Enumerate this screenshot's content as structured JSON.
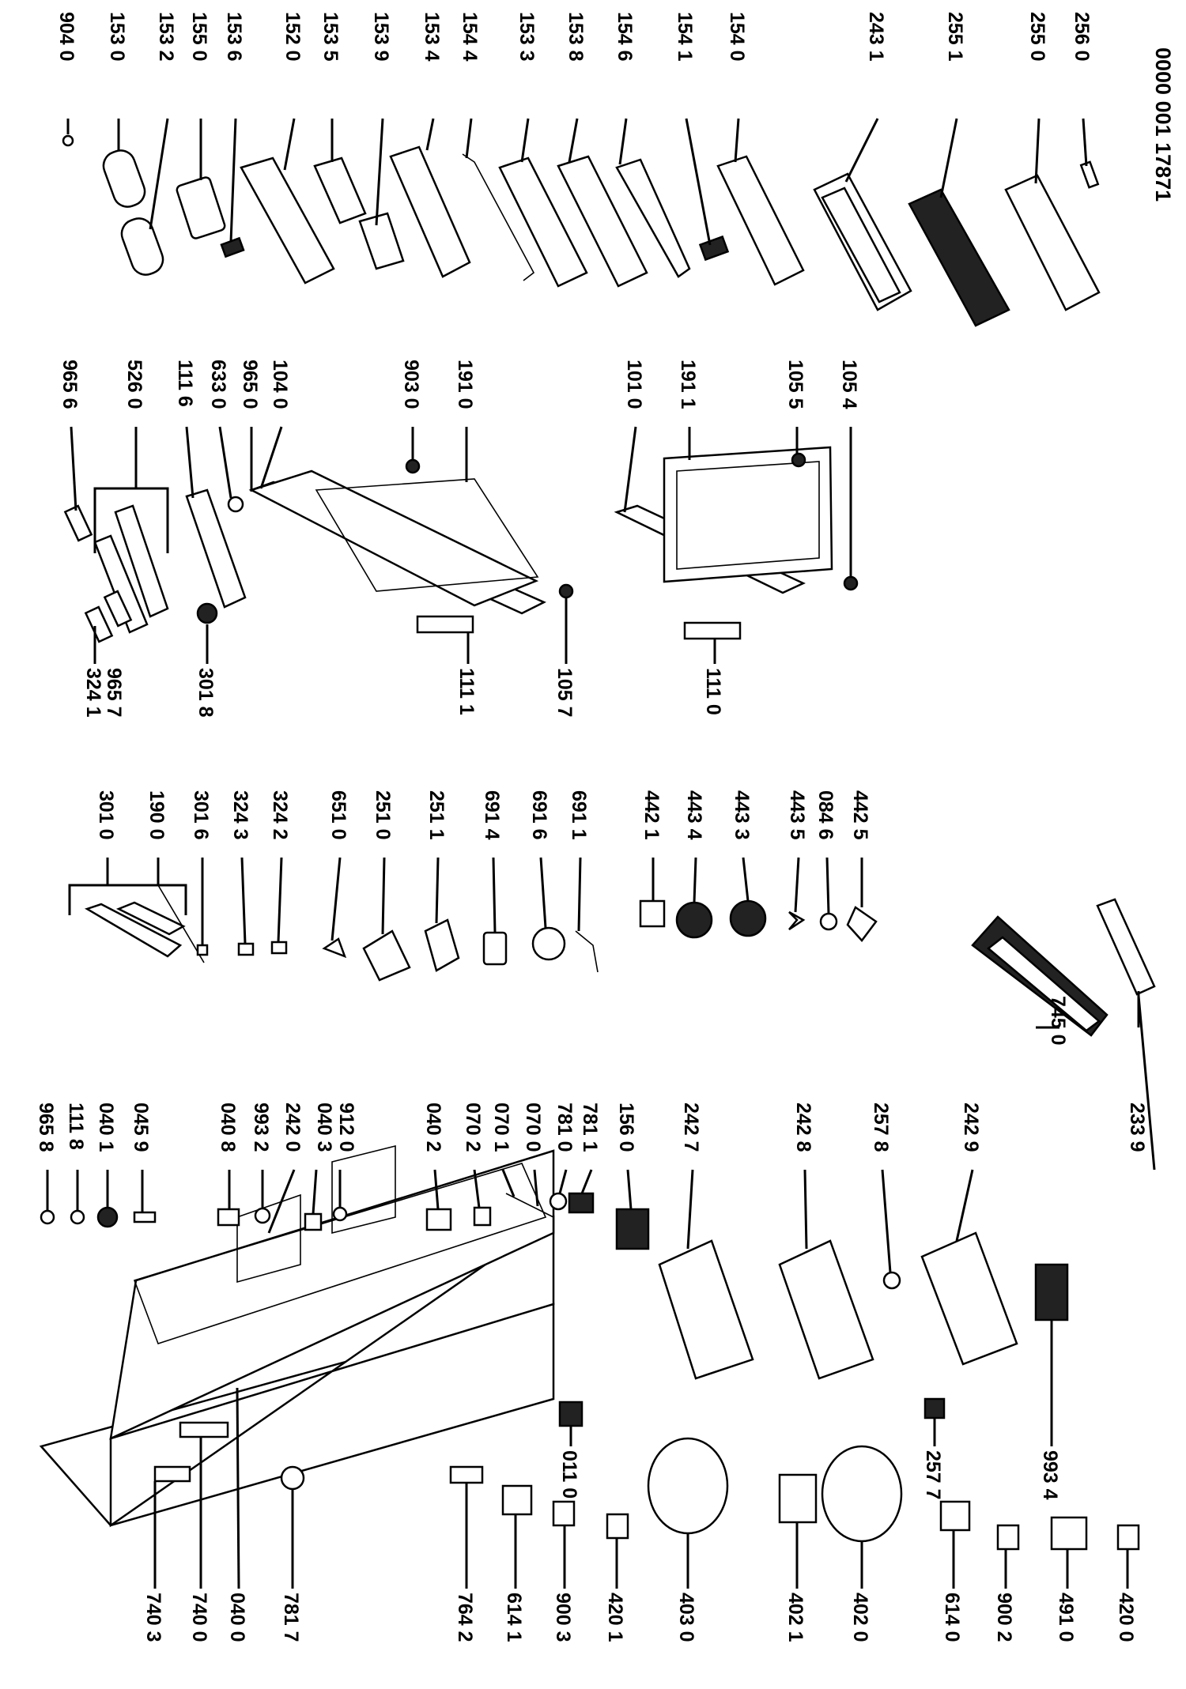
{
  "diagram": {
    "reference_number": "0000 001 17871",
    "groups": {
      "cabinet_left": [
        "740 3",
        "740 0",
        "040 0",
        "781 7",
        "764 2",
        "614 1",
        "900 3",
        "420 1",
        "403 0",
        "402 1",
        "402 0",
        "614 0",
        "900 2",
        "491 0",
        "420 0"
      ],
      "cabinet_interior": [
        "965 8",
        "111 8",
        "040 1",
        "045 9",
        "040 8",
        "993 2",
        "242 0",
        "040 3",
        "912 0",
        "040 2",
        "070 2",
        "070 1",
        "070 0",
        "781 0",
        "781 1",
        "156 0",
        "242 7",
        "242 8",
        "257 8",
        "242 9",
        "745 0",
        "233 9",
        "011 0",
        "257 7",
        "993 4"
      ],
      "controls": [
        "301 0",
        "190 0",
        "301 6",
        "324 3",
        "324 2",
        "651 0",
        "251 0",
        "251 1",
        "691 4",
        "691 6",
        "691 1",
        "442 1",
        "443 4",
        "443 3",
        "443 5",
        "084 6",
        "442 5"
      ],
      "doors": [
        "965 6",
        "526 0",
        "111 6",
        "633 0",
        "965 0",
        "104 0",
        "903 0",
        "191 0",
        "101 0",
        "191 1",
        "105 5",
        "105 4",
        "324 1",
        "965 7",
        "301 8",
        "111 1",
        "105 7",
        "111 0"
      ],
      "door_accessories": [
        "904 0",
        "153 0",
        "153 2",
        "155 0",
        "153 6",
        "152 0",
        "153 5",
        "153 9",
        "153 4",
        "154 4",
        "153 3",
        "153 8",
        "154 6",
        "154 1",
        "154 0",
        "243 1",
        "255 1",
        "255 0",
        "256 0"
      ]
    }
  }
}
